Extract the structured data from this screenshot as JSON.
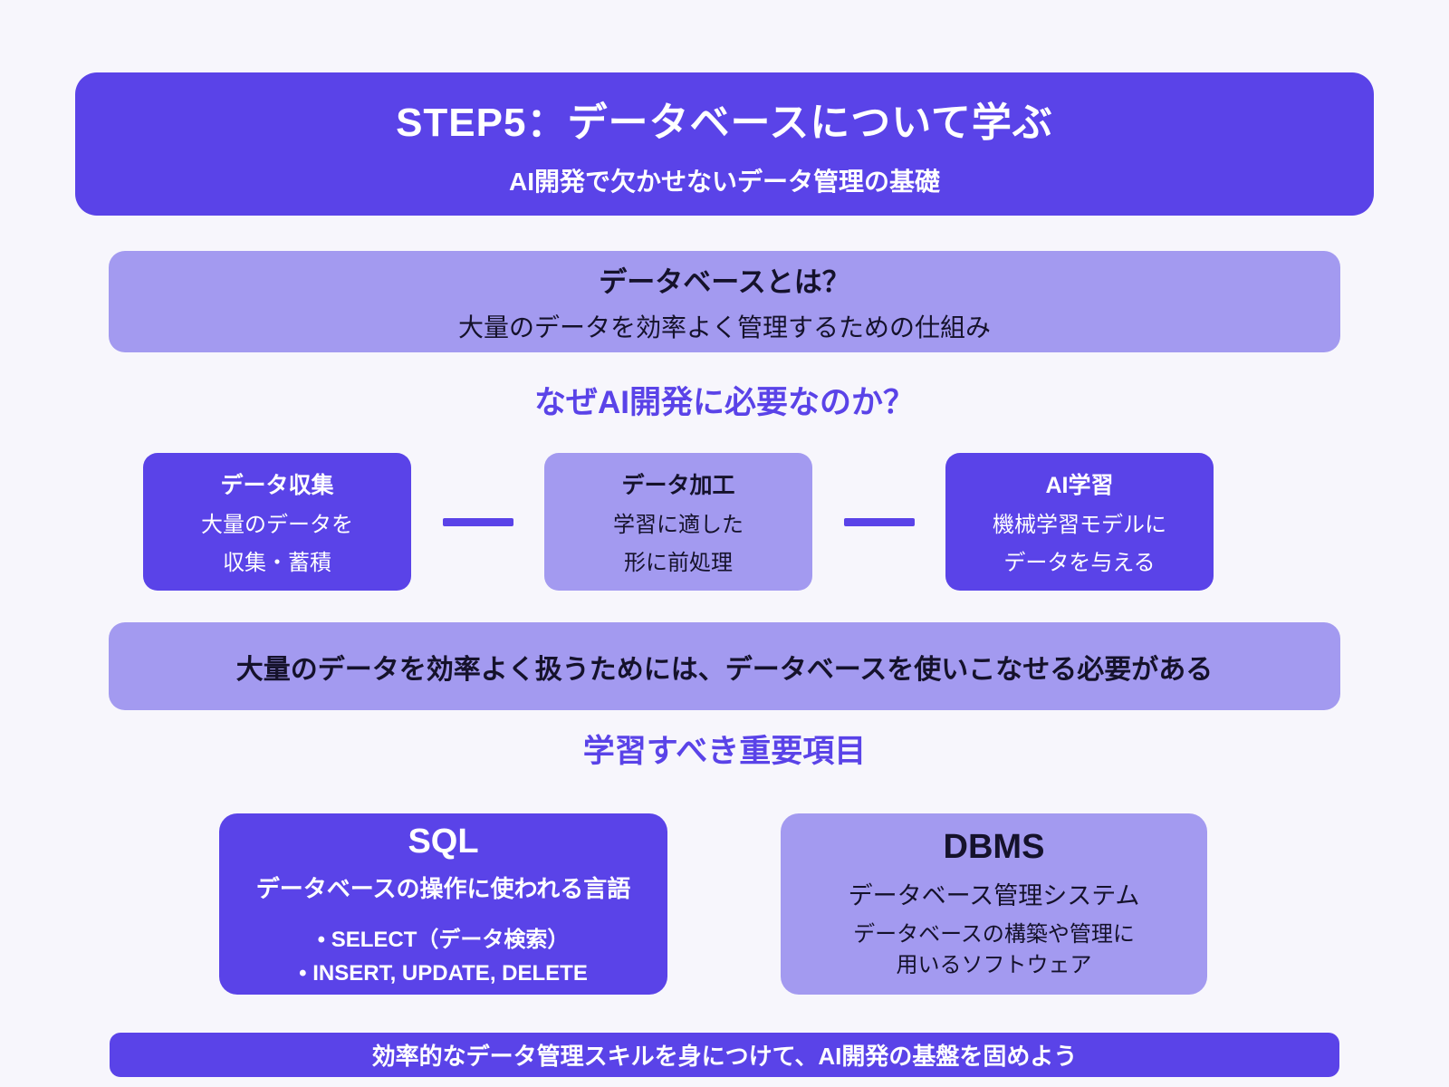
{
  "colors": {
    "background": "#f7f6fc",
    "primary_purple": "#5a43e8",
    "light_purple": "#a39af0",
    "dark_text": "#15122b",
    "white_text": "#ffffff"
  },
  "header": {
    "title": "STEP5：データベースについて学ぶ",
    "subtitle": "AI開発で欠かせないデータ管理の基礎"
  },
  "definition": {
    "title": "データベースとは？",
    "subtitle": "大量のデータを効率よく管理するための仕組み"
  },
  "why_section": {
    "title": "なぜAI開発に必要なのか？",
    "steps": [
      {
        "title": "データ収集",
        "line1": "大量のデータを",
        "line2": "収集・蓄積"
      },
      {
        "title": "データ加工",
        "line1": "学習に適した",
        "line2": "形に前処理"
      },
      {
        "title": "AI学習",
        "line1": "機械学習モデルに",
        "line2": "データを与える"
      }
    ],
    "conclusion": "大量のデータを効率よく扱うためには、データベースを使いこなせる必要がある"
  },
  "topics_section": {
    "title": "学習すべき重要項目",
    "sql": {
      "title": "SQL",
      "subtitle": "データベースの操作に使われる言語",
      "bullets": [
        "• SELECT（データ検索）",
        "• INSERT, UPDATE, DELETE"
      ]
    },
    "dbms": {
      "title": "DBMS",
      "subtitle": "データベース管理システム",
      "desc_line1": "データベースの構築や管理に",
      "desc_line2": "用いるソフトウェア"
    }
  },
  "footer": {
    "message": "効率的なデータ管理スキルを身につけて、AI開発の基盤を固めよう"
  }
}
